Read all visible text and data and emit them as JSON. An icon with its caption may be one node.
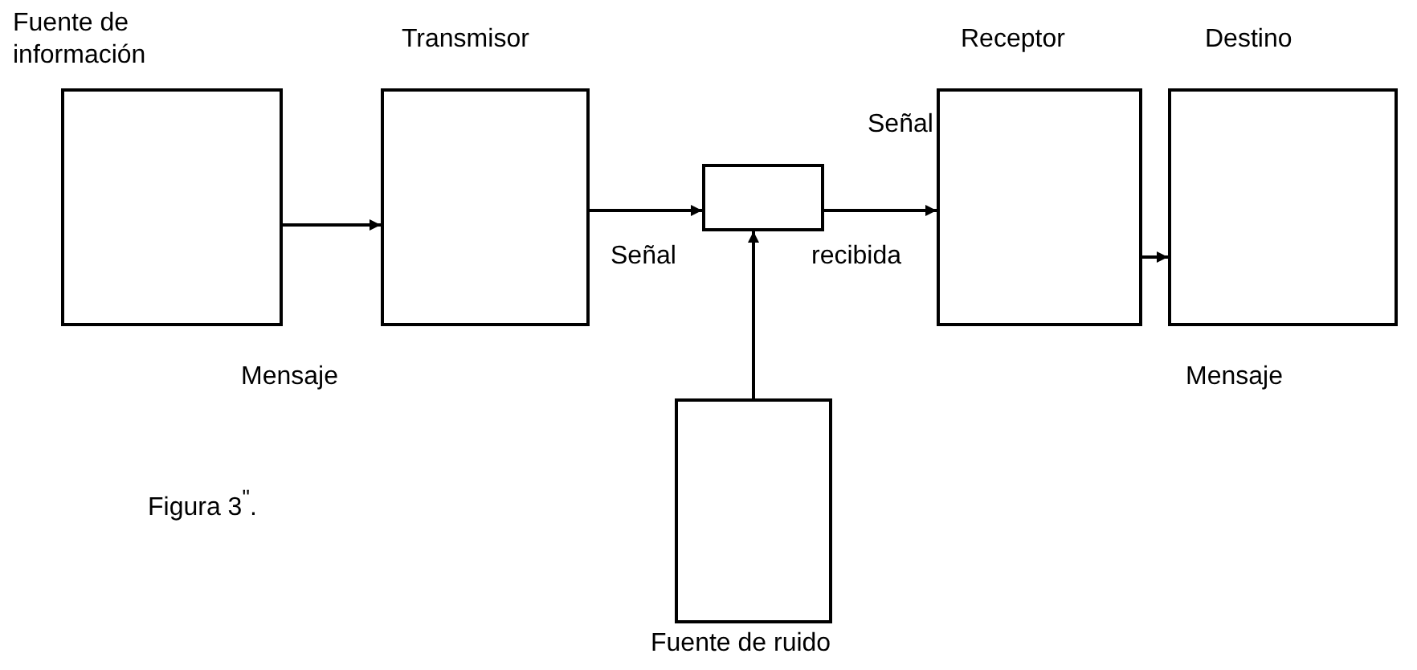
{
  "diagram": {
    "nodes": [
      {
        "text": [
          "Fuente de información"
        ]
      },
      {
        "text": [
          "Transmisor"
        ]
      },
      {
        "text": [],
        "shape": "box"
      },
      {
        "text": [
          "Receptor"
        ]
      },
      {
        "text": [
          "Destino"
        ]
      },
      {
        "text": [
          "Fuente de ruido"
        ]
      }
    ],
    "edges": [
      {
        "from": 0,
        "to": 1,
        "arrow": "to"
      },
      {
        "from": 1,
        "to": 2,
        "arrow": "to"
      },
      {
        "from": 2,
        "to": 3,
        "arrow": "to"
      },
      {
        "from": 3,
        "to": 4,
        "arrow": "to"
      },
      {
        "from": 5,
        "to": 2,
        "arrow": "to"
      }
    ],
    "labels": [
      "Señal",
      "Señal",
      "recibida",
      "Mensaje",
      "Mensaje",
      "Figura 3$^{\"}$."
    ]
  }
}
